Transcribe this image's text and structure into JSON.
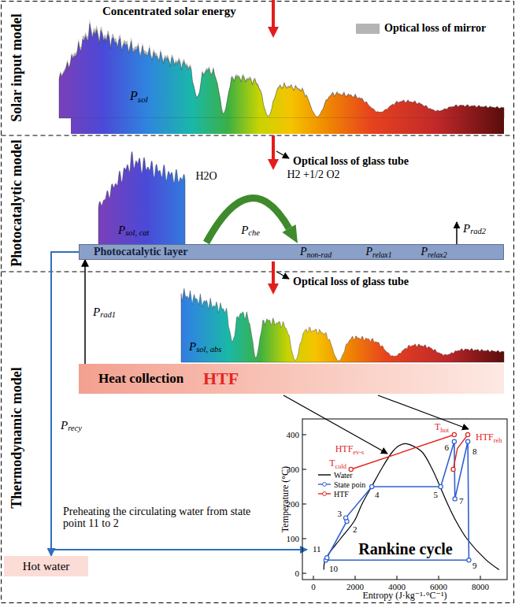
{
  "diagram": {
    "nodes": [
      {
        "text": [
          "Solar input model"
        ]
      },
      {
        "text": [
          "Photocatalytic model"
        ]
      },
      {
        "text": [
          "Thermodynamic model"
        ]
      },
      {
        "text": [
          "Photocatalytic layer",
          "Pnon-rad",
          "Prelax1",
          "Prelax2"
        ],
        "in": 1
      },
      {
        "text": [
          "Heat collection",
          "HTF"
        ],
        "in": 2
      },
      {
        "text": [
          "Hot water"
        ],
        "in": 2
      }
    ],
    "edges": [
      {
        "from": 4,
        "to": 3,
        "label": "Prad1",
        "arrow": "to"
      },
      {
        "from": 3,
        "to": 5,
        "label": "Precy",
        "arrow": "to"
      }
    ],
    "labels": [
      "Concentrated solar energy",
      "Psol",
      "Optical loss of glass tube",
      "Psol, cat",
      "H2O",
      "H2 +1/2 O2",
      "Pche",
      "Prad2",
      "Optical loss of glass tube",
      "Psol, abs",
      "Preheating the circulating water from state point 11 to 2",
      "Rankine cycle",
      "Temperature (°C)",
      "Entropy (J·kg⁻¹·°C⁻¹)",
      "0",
      "100",
      "200",
      "300",
      "400",
      "0",
      "2000",
      "4000",
      "6000",
      "8000",
      "11",
      "10",
      "3",
      "2",
      "4",
      "5",
      "6",
      "7",
      "8",
      "9",
      "Thot",
      "Tcold",
      "HTFev-s",
      "HTFreh"
    ],
    "legend": [
      {
        "text": "Optical loss of mirror",
        "color": "#b4b4b4"
      },
      {
        "text": "Water"
      },
      {
        "text": "State poin"
      },
      {
        "text": "HTF"
      }
    ]
  }
}
